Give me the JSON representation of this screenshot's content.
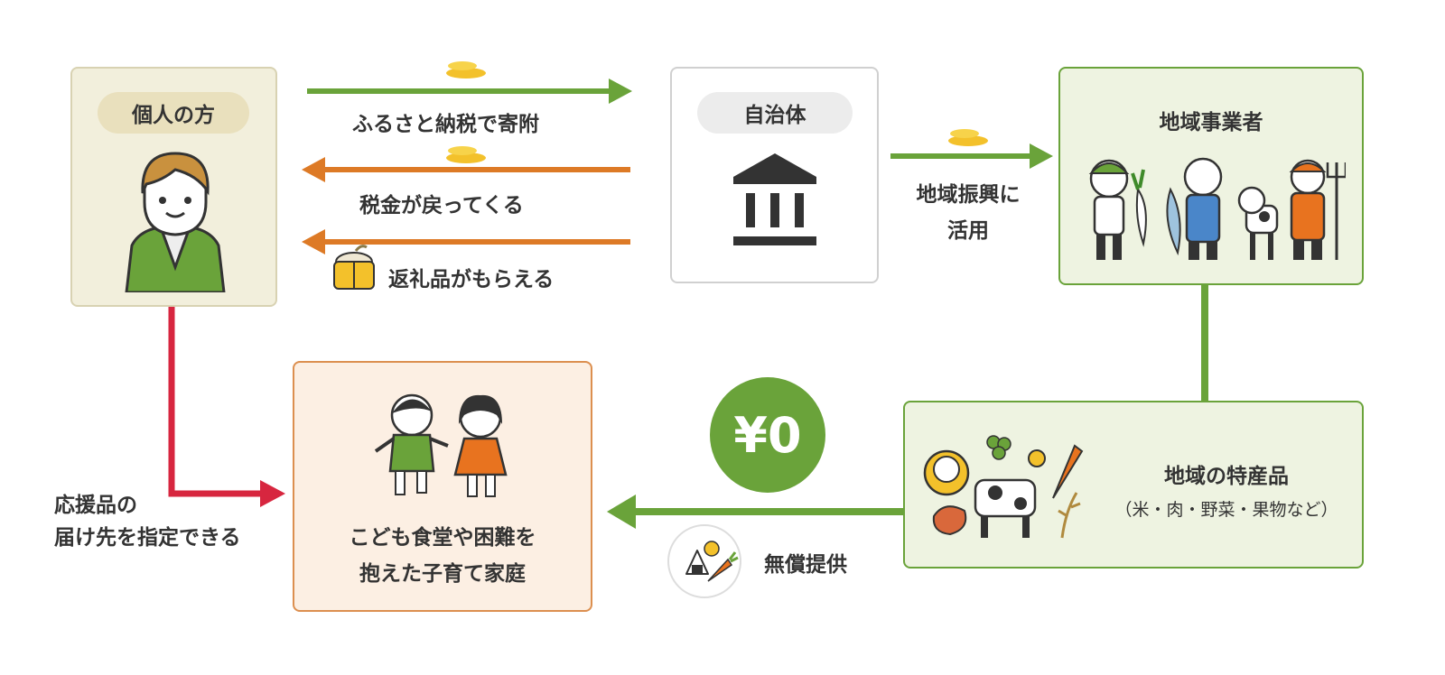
{
  "colors": {
    "green": "#6aa33a",
    "orange": "#dd7a26",
    "red": "#d7263f",
    "beige": "#f2efdc",
    "light_green": "#eef3e1",
    "light_orange": "#fcefe3"
  },
  "icons": {
    "coin": "coin-stack-icon",
    "gift": "rice-bag-icon",
    "government": "government-building-icon",
    "food": "onigiri-carrot-icon"
  },
  "nodes": {
    "individual": {
      "label": "個人の方"
    },
    "municipality": {
      "label": "自治体"
    },
    "businesses": {
      "label": "地域事業者"
    },
    "products": {
      "label": "地域の特産品",
      "sub": "（米・肉・野菜・果物など）"
    },
    "families": {
      "line1": "こども食堂や困難を",
      "line2": "抱えた子育て家庭"
    }
  },
  "flows": {
    "donate": "ふるさと納税で寄附",
    "tax_return": "税金が戻ってくる",
    "gift": "返礼品がもらえる",
    "revitalize_line1": "地域振興に",
    "revitalize_line2": "活用",
    "free": "無償提供",
    "price": "¥0",
    "designate_line1": "応援品の",
    "designate_line2": "届け先を指定できる"
  }
}
